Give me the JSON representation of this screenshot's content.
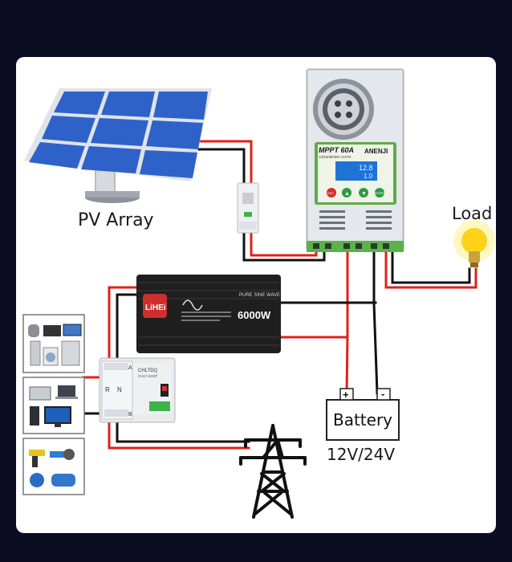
{
  "labels": {
    "pv_array": "PV Array",
    "load": "Load",
    "battery": "Battery",
    "voltage": "12V/24V"
  },
  "controller": {
    "model": "MPPT 60A",
    "voltage_spec": "12/24/36/48V AUTO",
    "brand": "ANENJI",
    "lcd_line1": "12.8",
    "lcd_line2": "1.0",
    "btn_esc": "ESC",
    "btn_enter": "ENTER"
  },
  "inverter": {
    "brand": "LiHEi",
    "wave": "PURE SINE WAVE",
    "power": "6000W"
  },
  "ats": {
    "brand": "CHLTDQ",
    "model": "CHLT-63/2P",
    "port_a": "A",
    "port_b": "B",
    "port_r": "R",
    "port_n": "N"
  },
  "battery_terminals": {
    "positive": "+",
    "negative": "-"
  },
  "colors": {
    "background": "#0b0b22",
    "card": "#ffffff",
    "wire_red": "#e0201b",
    "wire_black": "#111111",
    "solar_cell": "#2f62c9",
    "lcd": "#1f73d6"
  }
}
